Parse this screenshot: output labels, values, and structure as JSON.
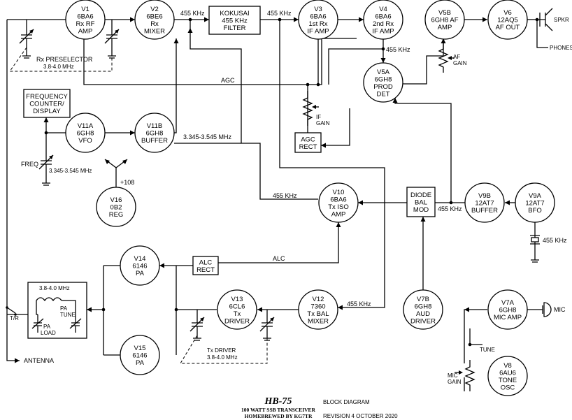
{
  "nodes": {
    "v1": [
      "V1",
      "6BA6",
      "Rx RF",
      "AMP"
    ],
    "v2": [
      "V2",
      "6BE6",
      "Rx",
      "MIXER"
    ],
    "v3": [
      "V3",
      "6BA6",
      "1st Rx",
      "IF AMP"
    ],
    "v4": [
      "V4",
      "6BA6",
      "2nd Rx",
      "IF AMP"
    ],
    "v5b": [
      "V5B",
      "6GH8 AF",
      "AMP"
    ],
    "v6": [
      "V6",
      "12AQ5",
      "AF OUT"
    ],
    "v5a": [
      "V5A",
      "6GH8",
      "PROD",
      "DET"
    ],
    "v11a": [
      "V11A",
      "6GH8",
      "VFO"
    ],
    "v11b": [
      "V11B",
      "6GH8",
      "BUFFER"
    ],
    "v16": [
      "V16",
      "0B2",
      "REG"
    ],
    "v10": [
      "V10",
      "6BA6",
      "Tx ISO",
      "AMP"
    ],
    "v9b": [
      "V9B",
      "12AT7",
      "BUFFER"
    ],
    "v9a": [
      "V9A",
      "12AT7",
      "BFO"
    ],
    "v14": [
      "V14",
      "6146",
      "PA"
    ],
    "v15": [
      "V15",
      "6146",
      "PA"
    ],
    "v13": [
      "V13",
      "6CL6",
      "Tx",
      "DRIVER"
    ],
    "v12": [
      "V12",
      "7360",
      "Tx BAL",
      "MIXER"
    ],
    "v7b": [
      "V7B",
      "6GH8",
      "AUD",
      "DRIVER"
    ],
    "v7a": [
      "V7A",
      "6GH8",
      "MIC AMP"
    ],
    "v8": [
      "V8",
      "6AU6",
      "TONE",
      "OSC"
    ]
  },
  "boxes": {
    "kokusai": [
      "KOKUSAI",
      "455 KHz",
      "FILTER"
    ],
    "freq_counter": [
      "FREQUENCY",
      "COUNTER/",
      "DISPLAY"
    ],
    "agc_rect": [
      "AGC",
      "RECT"
    ],
    "diode_bal_mod": [
      "DIODE",
      "BAL",
      "MOD"
    ],
    "alc_rect": [
      "ALC",
      "RECT"
    ]
  },
  "labels": {
    "if_455_a": "455 KHz",
    "if_455_b": "455 KHz",
    "if_455_c": "455 KHz",
    "if_455_d": "455 KHz",
    "if_455_e": "455 KHz",
    "if_455_f": "455 KHz",
    "bfo_crystal": "455 KHz",
    "agc": "AGC",
    "alc": "ALC",
    "vfo_out": "3.345-3.545 MHz",
    "freq": "FREQ",
    "vfo_range": "3.345-3.545 MHz",
    "plus108": "+108",
    "rx_preselector_1": "Rx PRESELECTOR",
    "rx_preselector_2": "3.8-4.0 MHz",
    "if_gain_1": "IF",
    "if_gain_2": "GAIN",
    "af_gain_1": "AF",
    "af_gain_2": "GAIN",
    "spkr": "SPKR",
    "phones": "PHONES",
    "mic": "MIC",
    "tune": "TUNE",
    "mic_gain_1": "MIC",
    "mic_gain_2": "GAIN",
    "tx_driver_1": "Tx DRIVER",
    "tx_driver_2": "3.8-4.0 MHz",
    "pa_band": "3.8-4.0 MHz",
    "pa_tune_1": "PA",
    "pa_tune_2": "TUNE",
    "pa_load_1": "PA",
    "pa_load_2": "LOAD",
    "tr": "T/R",
    "antenna": "ANTENNA"
  },
  "footer": {
    "title": "HB-75",
    "subtitle_1": "100 WATT SSB TRANSCEIVER",
    "subtitle_2": "HOMEBREWED BY KG7TR",
    "block_diagram": "BLOCK DIAGRAM",
    "revision": "REVISION 4 OCTOBER 2020"
  }
}
